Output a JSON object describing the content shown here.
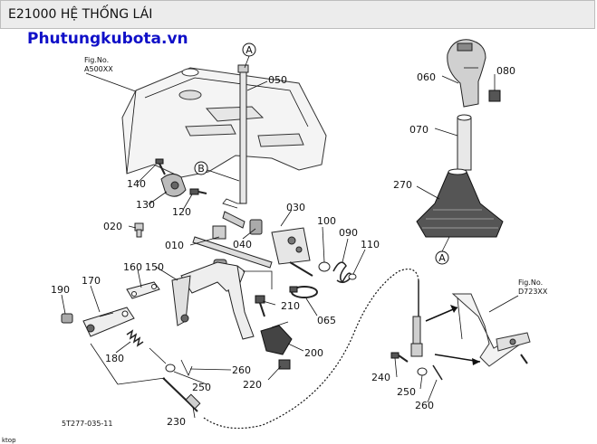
{
  "title": "E21000 HỆ THỐNG LÁI",
  "brand": "Phutungkubota.vn",
  "fig_refs": [
    {
      "label": "Fig.No.",
      "code": "A500XX"
    },
    {
      "label": "Fig.No.",
      "code": "D723XX"
    }
  ],
  "callouts": {
    "a1": "A",
    "a2": "A",
    "b": "B"
  },
  "parts": {
    "p010": "010",
    "p020": "020",
    "p030": "030",
    "p040": "040",
    "p050": "050",
    "p060": "060",
    "p065": "065",
    "p070": "070",
    "p080": "080",
    "p090": "090",
    "p100": "100",
    "p110": "110",
    "p120": "120",
    "p130": "130",
    "p140": "140",
    "p150": "150",
    "p160": "160",
    "p170": "170",
    "p180": "180",
    "p190": "190",
    "p200": "200",
    "p210": "210",
    "p220": "220",
    "p230": "230",
    "p240": "240",
    "p250a": "250",
    "p250b": "250",
    "p260a": "260",
    "p260b": "260",
    "p270": "270"
  },
  "drawing_code": "5T277-035-11",
  "corner_mark": "ktop"
}
